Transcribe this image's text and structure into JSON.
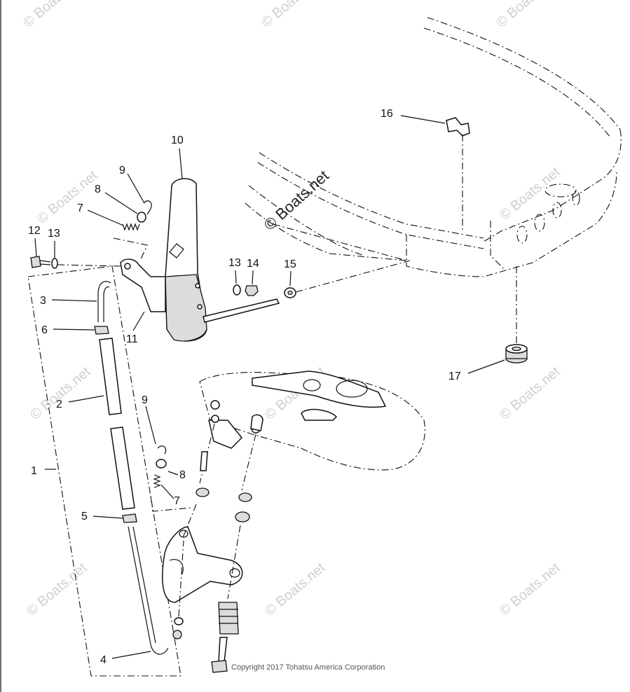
{
  "watermark": "© Boats.net",
  "copyright": "Copyright 2017 Tohatsu America Corporation",
  "callouts": [
    "1",
    "2",
    "3",
    "4",
    "5",
    "6",
    "7",
    "7",
    "8",
    "8",
    "9",
    "9",
    "10",
    "11",
    "12",
    "13",
    "13",
    "14",
    "15",
    "16",
    "17"
  ]
}
